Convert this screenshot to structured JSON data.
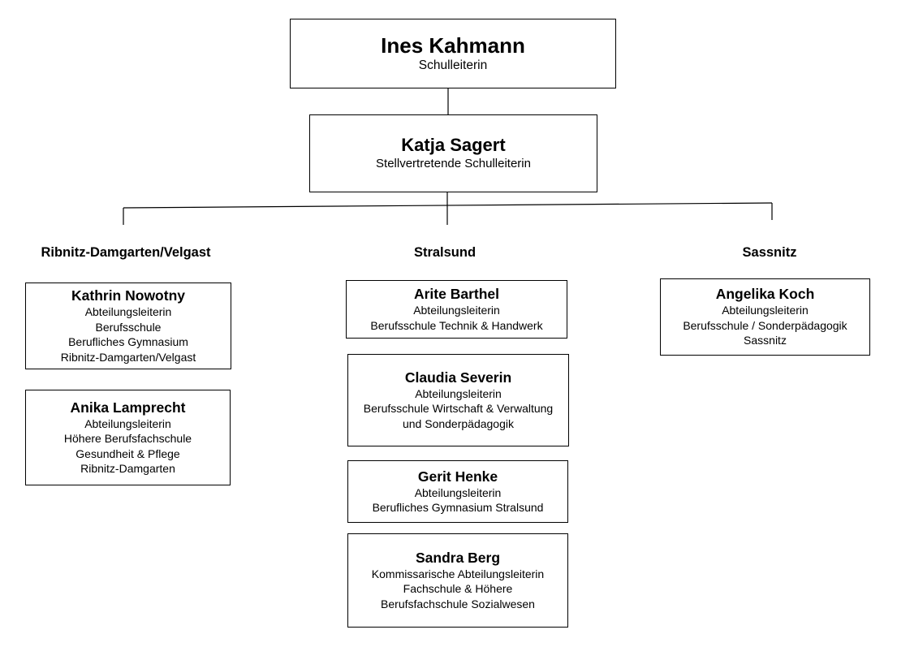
{
  "top": {
    "name": "Ines Kahmann",
    "role": "Schulleiterin"
  },
  "deputy": {
    "name": "Katja Sagert",
    "role": "Stellvertretende Schulleiterin"
  },
  "columns": [
    {
      "heading": "Ribnitz-Damgarten/Velgast",
      "boxes": [
        {
          "name": "Kathrin Nowotny",
          "lines": [
            "Abteilungsleiterin",
            "Berufsschule",
            "Berufliches Gymnasium",
            "Ribnitz-Damgarten/Velgast"
          ]
        },
        {
          "name": "Anika Lamprecht",
          "lines": [
            "Abteilungsleiterin",
            "Höhere Berufsfachschule",
            "Gesundheit & Pflege",
            "Ribnitz-Damgarten"
          ]
        }
      ]
    },
    {
      "heading": "Stralsund",
      "boxes": [
        {
          "name": "Arite Barthel",
          "lines": [
            "Abteilungsleiterin",
            "Berufsschule Technik & Handwerk"
          ]
        },
        {
          "name": "Claudia Severin",
          "lines": [
            "Abteilungsleiterin",
            "Berufsschule Wirtschaft & Verwaltung",
            "und Sonderpädagogik"
          ]
        },
        {
          "name": "Gerit Henke",
          "lines": [
            "Abteilungsleiterin",
            "Berufliches Gymnasium Stralsund"
          ]
        },
        {
          "name": "Sandra Berg",
          "lines": [
            "Kommissarische Abteilungsleiterin",
            "Fachschule & Höhere",
            "Berufsfachschule Sozialwesen"
          ]
        }
      ]
    },
    {
      "heading": "Sassnitz",
      "boxes": [
        {
          "name": "Angelika Koch",
          "lines": [
            "Abteilungsleiterin",
            "Berufsschule / Sonderpädagogik",
            "Sassnitz"
          ]
        }
      ]
    }
  ]
}
